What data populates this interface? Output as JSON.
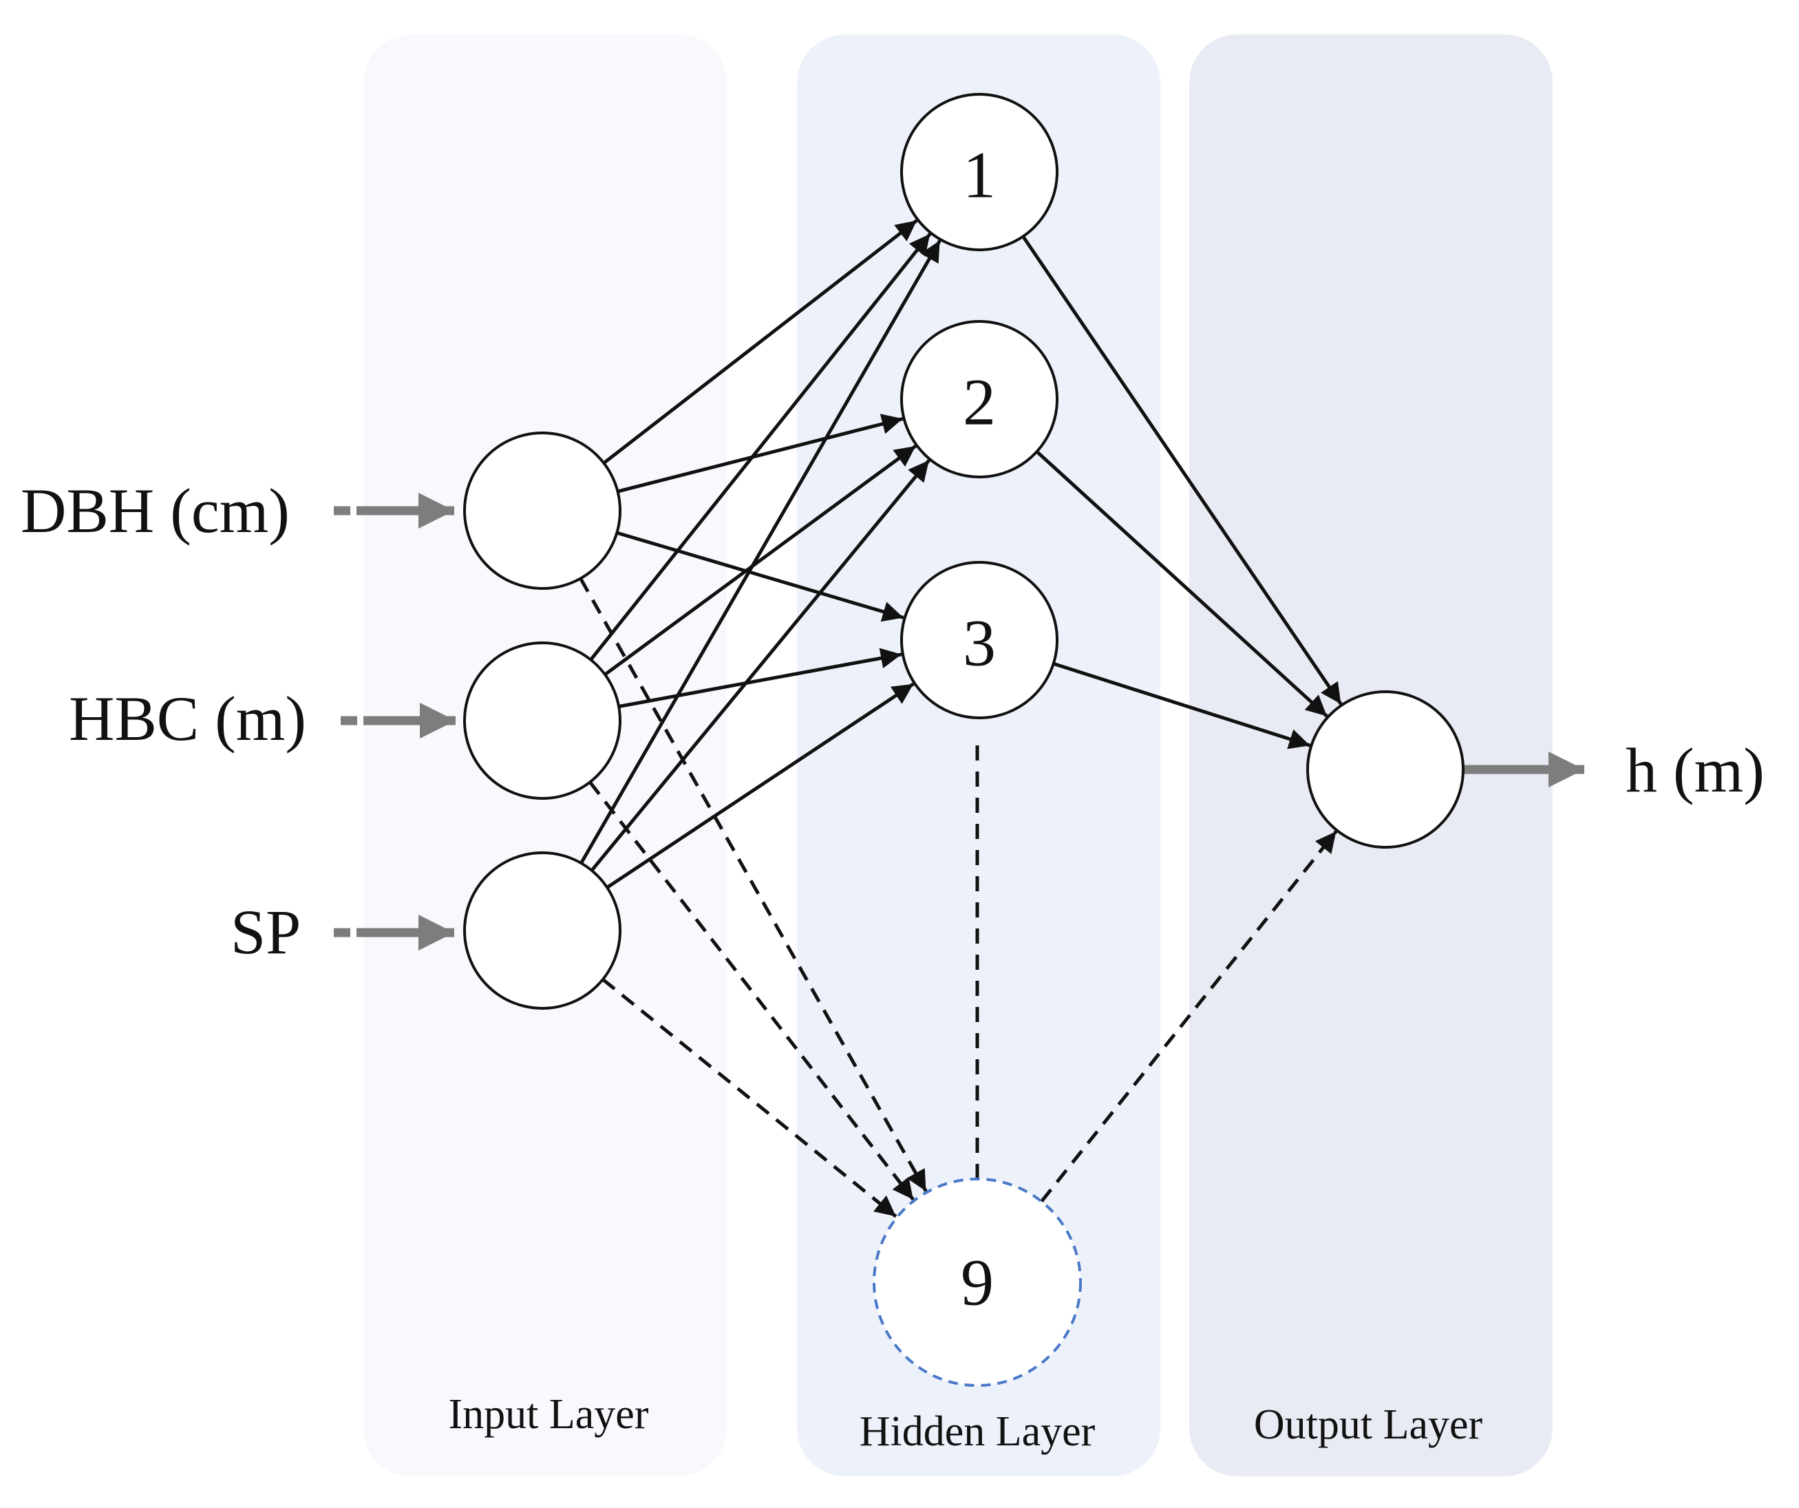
{
  "inputs": [
    "DBH (cm)",
    "HBC (m)",
    "SP"
  ],
  "output": "h (m)",
  "hidden_nodes": [
    "1",
    "2",
    "3",
    "9"
  ],
  "layers": {
    "input": "Input Layer",
    "hidden": "Hidden Layer",
    "output": "Output Layer"
  },
  "colors": {
    "input_panel": "#f7f9fd",
    "hidden_panel": "#edf1fa",
    "output_panel": "#e8ebf3",
    "line": "#111111",
    "input_arrow": "#7d7d7d",
    "dashed_node": "#4a78c8"
  },
  "connections": {
    "solid": [
      [
        "input-dbh",
        "hidden-1"
      ],
      [
        "input-dbh",
        "hidden-2"
      ],
      [
        "input-dbh",
        "hidden-3"
      ],
      [
        "input-hbc",
        "hidden-1"
      ],
      [
        "input-hbc",
        "hidden-2"
      ],
      [
        "input-hbc",
        "hidden-3"
      ],
      [
        "input-sp",
        "hidden-1"
      ],
      [
        "input-sp",
        "hidden-2"
      ],
      [
        "input-sp",
        "hidden-3"
      ],
      [
        "hidden-1",
        "output"
      ],
      [
        "hidden-2",
        "output"
      ],
      [
        "hidden-3",
        "output"
      ]
    ],
    "dashed": [
      [
        "input-dbh",
        "hidden-9"
      ],
      [
        "input-hbc",
        "hidden-9"
      ],
      [
        "input-sp",
        "hidden-9"
      ],
      [
        "hidden-9",
        "output"
      ]
    ]
  }
}
